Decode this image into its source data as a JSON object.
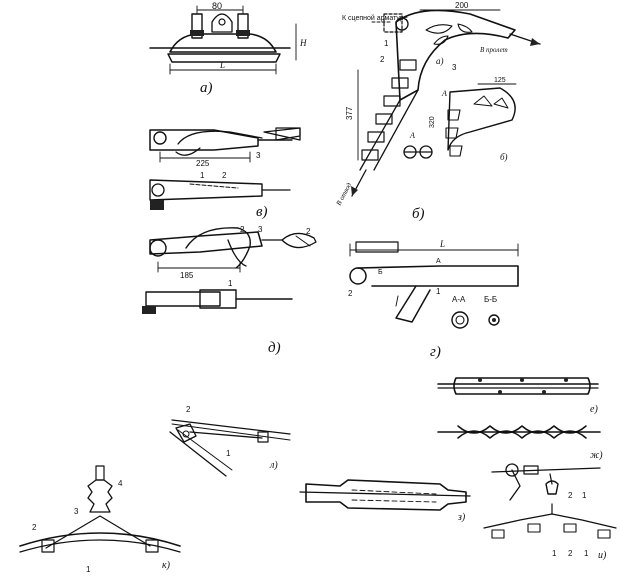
{
  "fig_a": {
    "label": "а)",
    "dim_width": "80",
    "dim_length": "L",
    "dim_height": "H"
  },
  "fig_b": {
    "label": "б)",
    "text_to_support": "К сцепной арматуре",
    "text_dim_top": "200",
    "text_to_span": "В пролет",
    "text_to_branch": "В отвод",
    "text_dim_side": "377",
    "text_dim_small": "125",
    "text_dim_inner": "320",
    "sub_a": "а)",
    "sub_b": "б)",
    "section_label": "А",
    "part_1": "1",
    "part_2": "2",
    "part_3": "3"
  },
  "fig_v": {
    "label": "в)",
    "dim": "225",
    "part_1": "1",
    "part_2": "2",
    "part_3": "3"
  },
  "fig_g": {
    "label": "г)",
    "dim_L": "L",
    "section_AA": "А-А",
    "section_BB": "Б-Б",
    "mark_A": "А",
    "mark_B": "Б",
    "part_1": "1",
    "part_2": "2"
  },
  "fig_d": {
    "label": "д)",
    "dim": "185",
    "part_1": "1",
    "part_2": "2",
    "part_3": "3"
  },
  "fig_e": {
    "label": "е)"
  },
  "fig_zh": {
    "label": "ж)"
  },
  "fig_z": {
    "label": "з)"
  },
  "fig_i": {
    "label": "и)",
    "part_1": "1",
    "part_2": "2",
    "part_1b": "1",
    "part_2b": "2",
    "part_1c": "1"
  },
  "fig_k": {
    "label": "к)",
    "part_1": "1",
    "part_2": "2",
    "part_3": "3",
    "part_4": "4"
  },
  "fig_l": {
    "label": "л)",
    "part_1": "1",
    "part_2": "2"
  }
}
